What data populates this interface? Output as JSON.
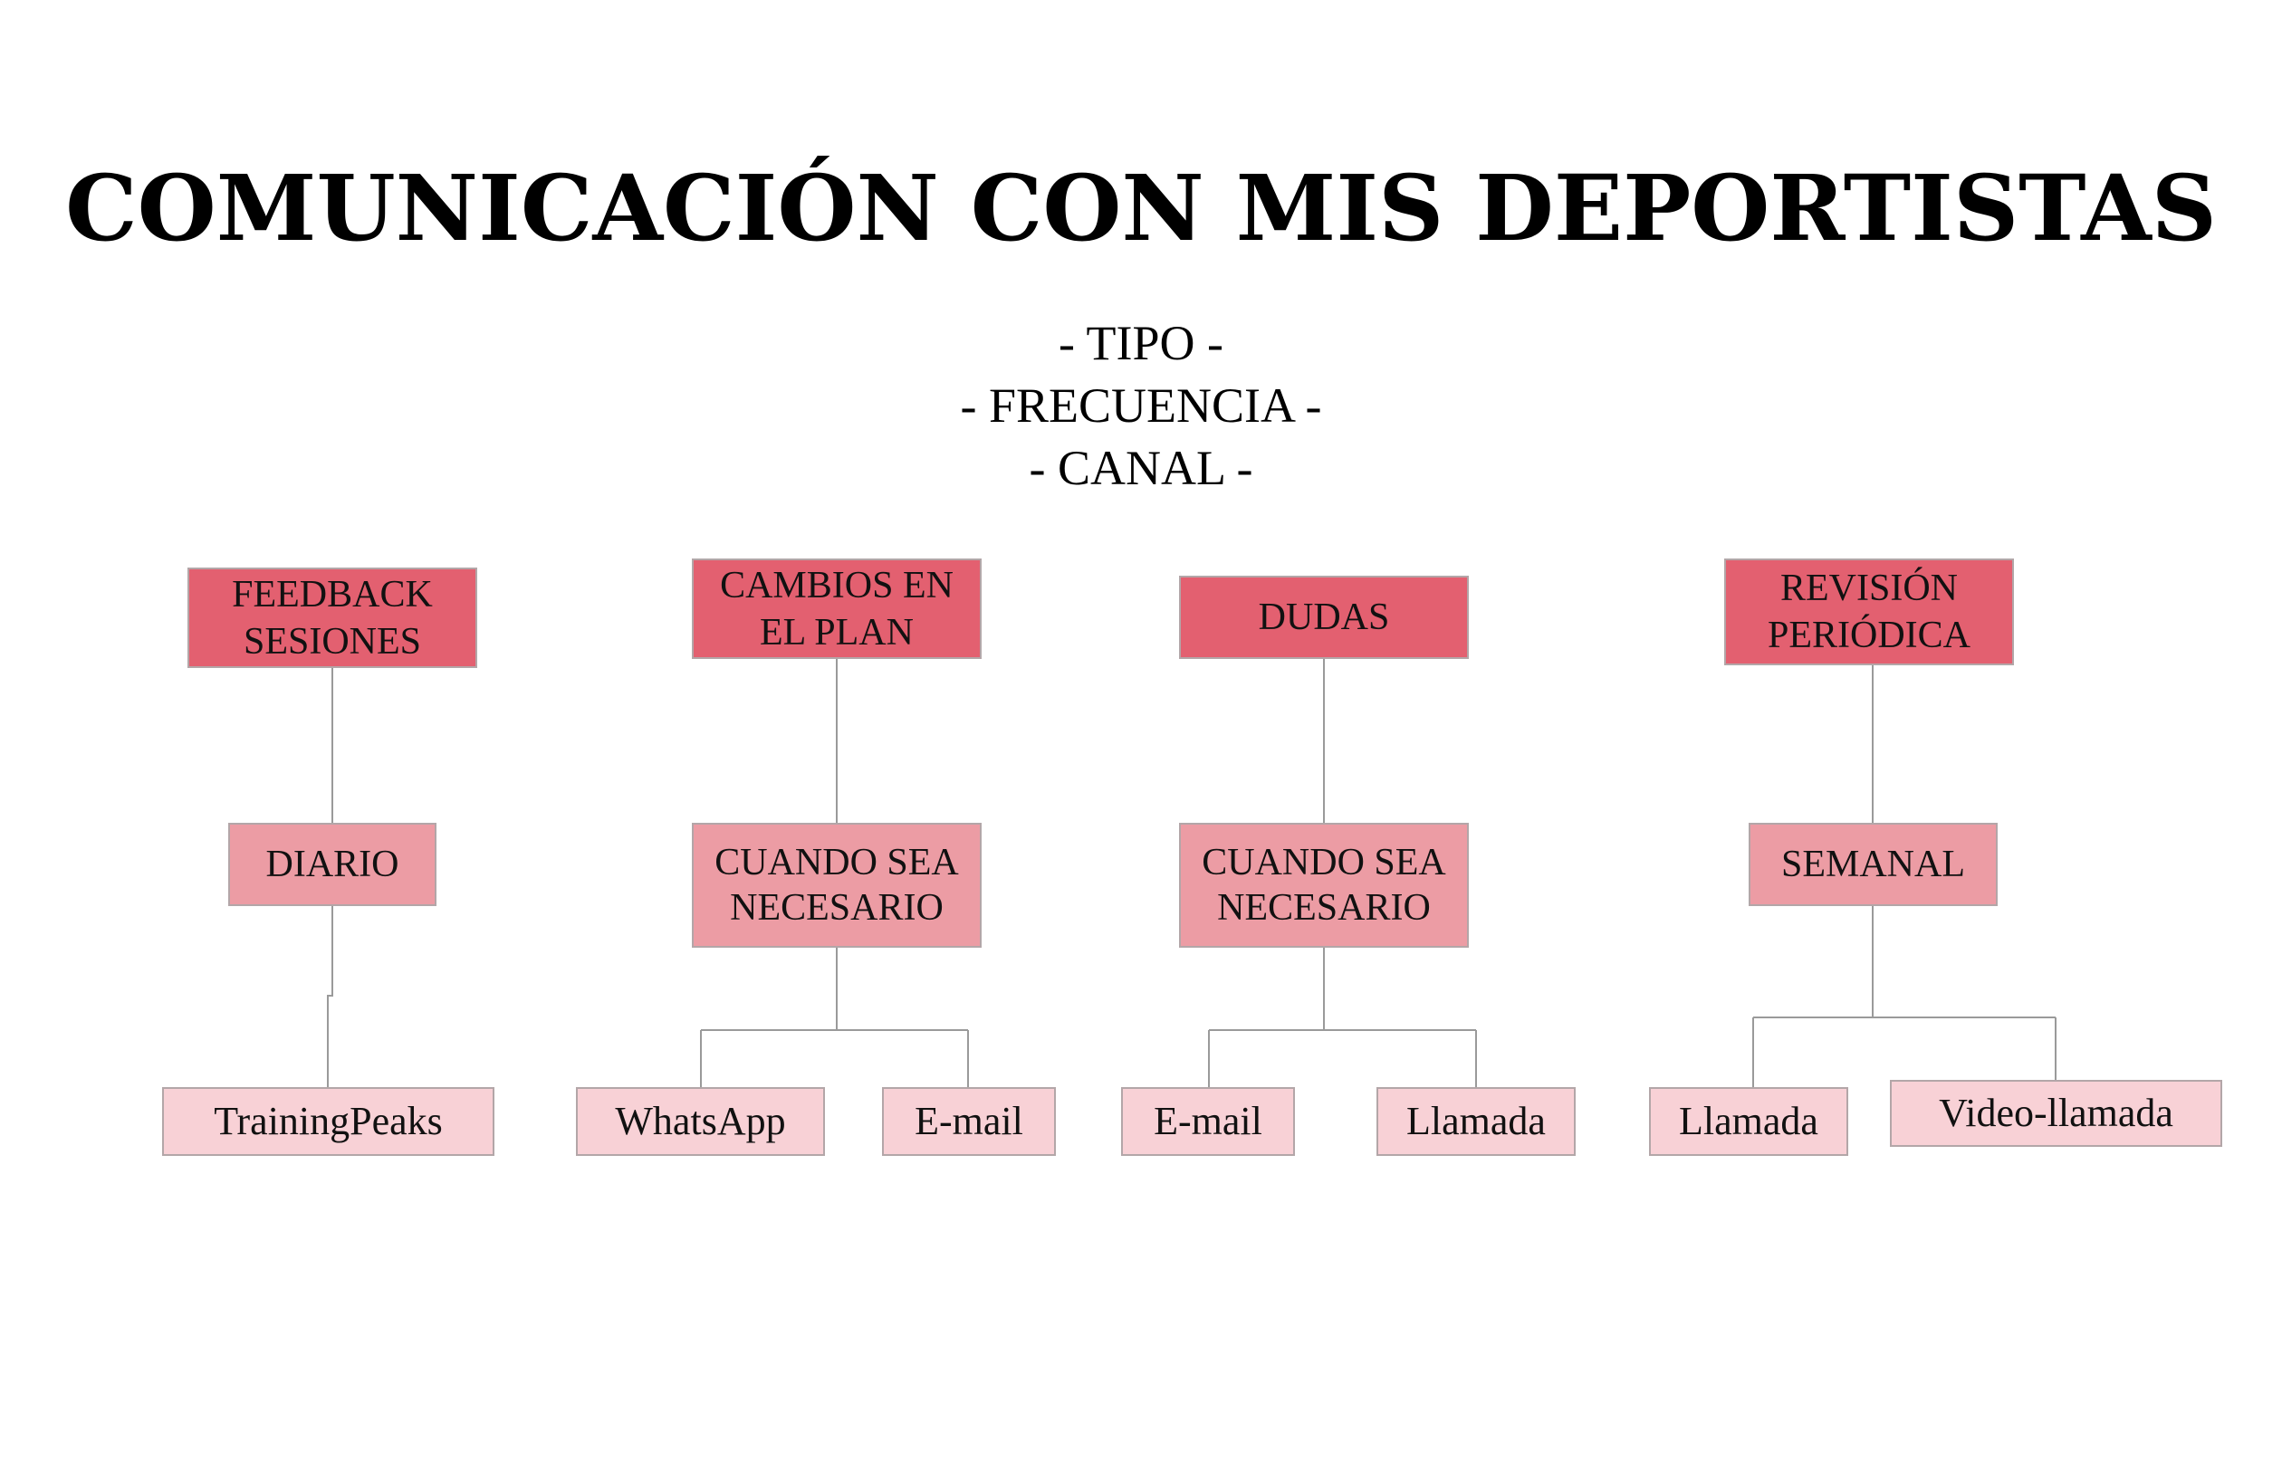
{
  "title": "COMUNICACIÓN CON MIS DEPORTISTAS",
  "legend": [
    "- TIPO -",
    "- FRECUENCIA -",
    "- CANAL -"
  ],
  "colors": {
    "tipo": "#e36070",
    "frecuencia": "#ec9ca4",
    "canal": "#f8d1d6",
    "connector": "#9a9a9a"
  },
  "columns": [
    {
      "tipo": [
        "FEEDBACK",
        "SESIONES"
      ],
      "frecuencia": [
        "DIARIO"
      ],
      "canales": [
        "TrainingPeaks"
      ]
    },
    {
      "tipo": [
        "CAMBIOS EN",
        "EL PLAN"
      ],
      "frecuencia": [
        "CUANDO SEA",
        "NECESARIO"
      ],
      "canales": [
        "WhatsApp",
        "E-mail"
      ]
    },
    {
      "tipo": [
        "DUDAS"
      ],
      "frecuencia": [
        "CUANDO SEA",
        "NECESARIO"
      ],
      "canales": [
        "E-mail",
        "Llamada"
      ]
    },
    {
      "tipo": [
        "REVISIÓN",
        "PERIÓDICA"
      ],
      "frecuencia": [
        "SEMANAL"
      ],
      "canales": [
        "Llamada",
        "Video-llamada"
      ]
    }
  ]
}
